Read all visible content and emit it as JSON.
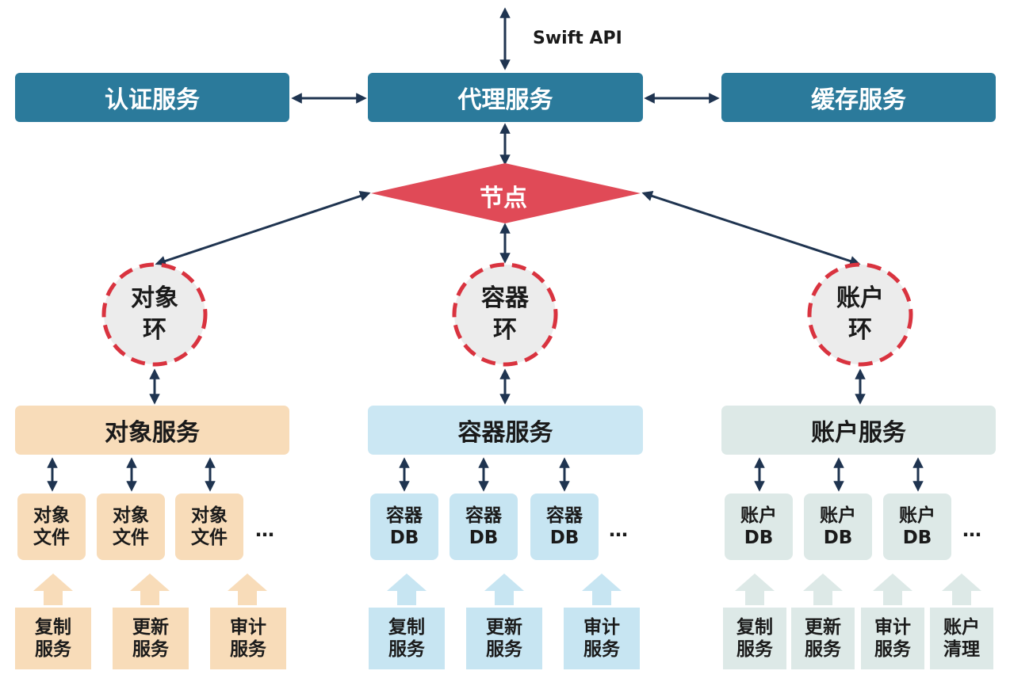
{
  "api_label": "Swift API",
  "top": {
    "auth": "认证服务",
    "proxy": "代理服务",
    "cache": "缓存服务"
  },
  "node": "节点",
  "rings": {
    "object": "对象\n环",
    "container": "容器\n环",
    "account": "账户\n环"
  },
  "services": {
    "object": "对象服务",
    "container": "容器服务",
    "account": "账户服务"
  },
  "units": {
    "object": [
      "对象\n文件",
      "对象\n文件",
      "对象\n文件"
    ],
    "container": [
      "容器\nDB",
      "容器\nDB",
      "容器\nDB"
    ],
    "account": [
      "账户\nDB",
      "账户\nDB",
      "账户\nDB"
    ]
  },
  "ellipsis": "…",
  "bottom": {
    "object": [
      "复制\n服务",
      "更新\n服务",
      "审计\n服务"
    ],
    "container": [
      "复制\n服务",
      "更新\n服务",
      "审计\n服务"
    ],
    "account": [
      "复制\n服务",
      "更新\n服务",
      "审计\n服务",
      "账户\n清理"
    ]
  },
  "colors": {
    "top_box": "#2b7a9b",
    "node": "#e04a57",
    "ring_dash": "#d9333f",
    "ring_fill": "#ececec",
    "object_tint": "#f8dcb9",
    "container_tint": "#c7e5f2",
    "account_tint": "#dde9e7",
    "arrow": "#1f3450"
  }
}
